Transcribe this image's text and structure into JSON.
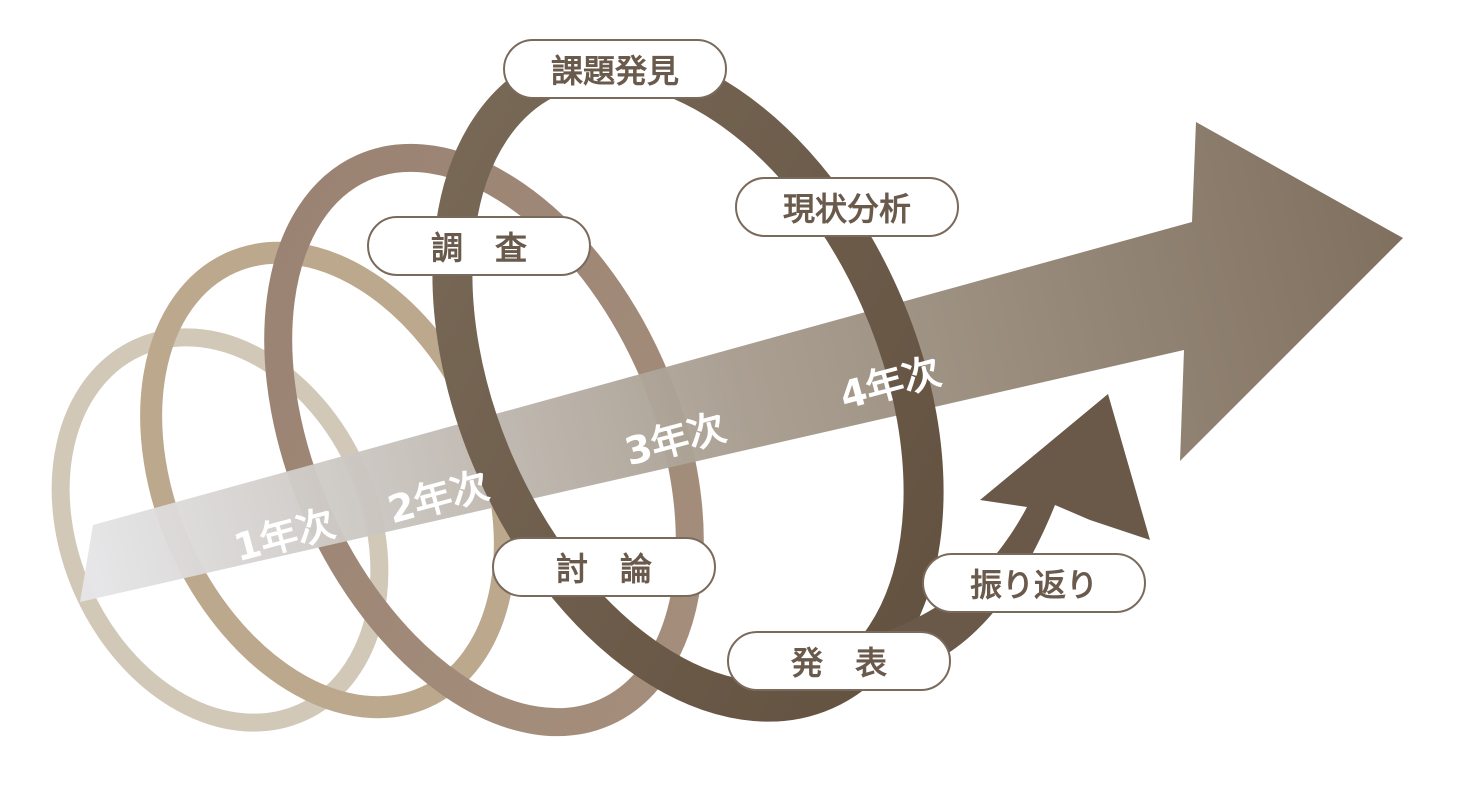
{
  "stages": {
    "discovery": "課題発見",
    "analysis": "現状分析",
    "research": "調　査",
    "discussion": "討　論",
    "presentation": "発　表",
    "reflection": "振り返り"
  },
  "years": {
    "year1": "1年次",
    "year2": "2年次",
    "year3": "3年次",
    "year4": "4年次"
  },
  "colors": {
    "ring1": "#d2c8b8",
    "ring2": "#bca88c",
    "ring3": "#9a8272",
    "ring4": "#6e5c4c",
    "arrow_start": "#e6e6e8",
    "arrow_end": "#7b6a58",
    "label_border": "#7a6a5c",
    "label_text": "#6a5a4c"
  }
}
